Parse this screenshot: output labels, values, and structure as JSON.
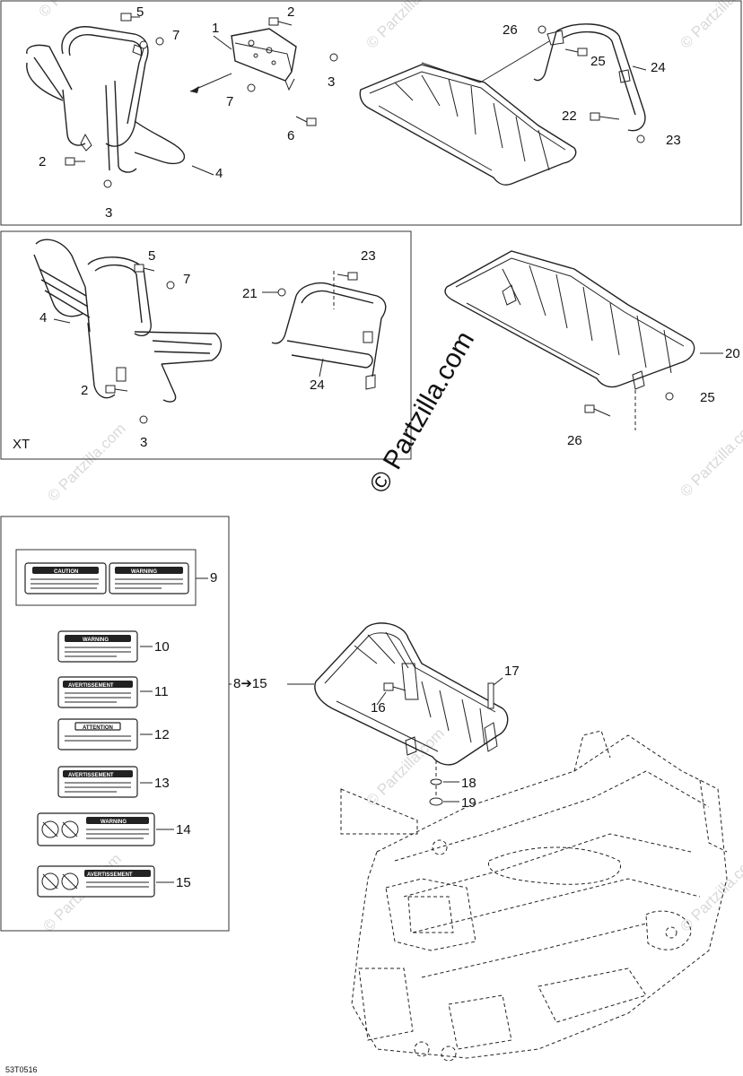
{
  "watermark": {
    "brand": "© Partzilla.com",
    "tile": "© Partzilla.com"
  },
  "footer": {
    "code": "53T0516"
  },
  "panels": {
    "top": {
      "labels": [
        "1",
        "2",
        "2",
        "3",
        "3",
        "4",
        "5",
        "6",
        "7",
        "7",
        "22",
        "23",
        "24",
        "25",
        "26"
      ]
    },
    "middle": {
      "variant": "XT",
      "labels": [
        "2",
        "3",
        "4",
        "5",
        "7",
        "20",
        "21",
        "23",
        "24",
        "25",
        "26"
      ]
    },
    "bottom": {
      "labels": [
        "8➔15",
        "9",
        "10",
        "11",
        "12",
        "13",
        "14",
        "15",
        "16",
        "17",
        "18",
        "19"
      ]
    }
  },
  "decals": {
    "caution": "CAUTION",
    "warning": "WARNING",
    "avertissement": "AVERTISSEMENT",
    "attention": "ATTENTION"
  }
}
